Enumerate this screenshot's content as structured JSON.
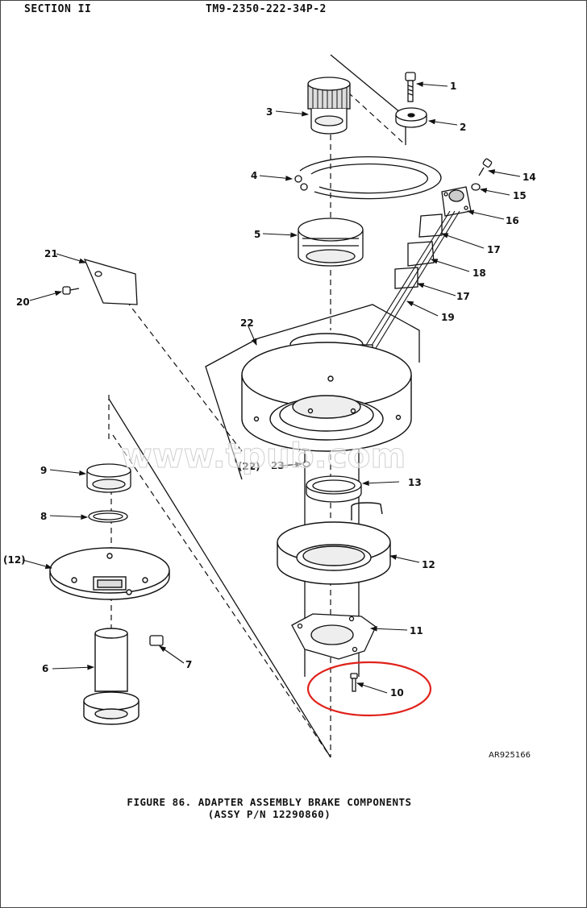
{
  "header": {
    "section": "SECTION II",
    "manual": "TM9-2350-222-34P-2"
  },
  "figure": {
    "caption_line1": "FIGURE 86.  ADAPTER ASSEMBLY BRAKE COMPONENTS",
    "caption_line2": "(ASSY P/N 12290860)",
    "art_number": "AR925166"
  },
  "watermark": "www.tpub.com",
  "callouts": {
    "c1": "1",
    "c2": "2",
    "c3": "3",
    "c4": "4",
    "c5": "5",
    "c6": "6",
    "c7": "7",
    "c8": "8",
    "c9": "9",
    "c10": "10",
    "c11": "11",
    "c12": "12",
    "c12p": "(12)",
    "c13": "13",
    "c14": "14",
    "c15": "15",
    "c16": "16",
    "c17a": "17",
    "c17b": "17",
    "c18": "18",
    "c19": "19",
    "c20": "20",
    "c21": "21",
    "c22": "22",
    "c22p": "(22)",
    "c23": "23"
  },
  "highlight": {
    "target": "10",
    "color": "#e0221b"
  },
  "colors": {
    "ink": "#111111",
    "paper": "#ffffff"
  }
}
